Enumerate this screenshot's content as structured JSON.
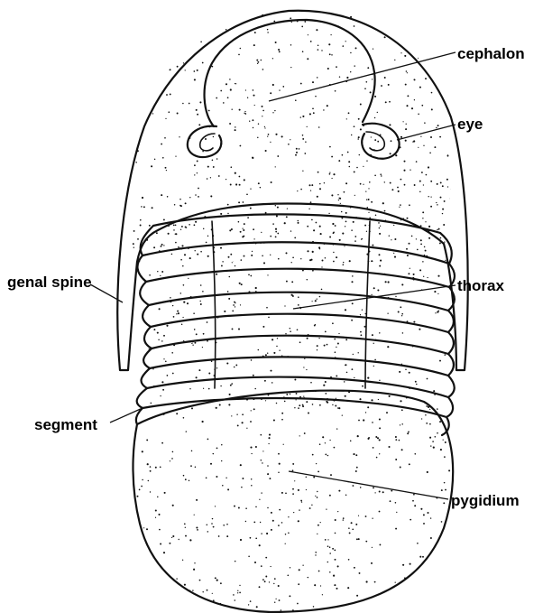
{
  "labels": {
    "cephalon": "cephalon",
    "eye": "eye",
    "genal_spine": "genal spine",
    "thorax": "thorax",
    "segment": "segment",
    "pygidium": "pygidium"
  },
  "colors": {
    "ink": "#111111",
    "paper": "#ffffff"
  }
}
